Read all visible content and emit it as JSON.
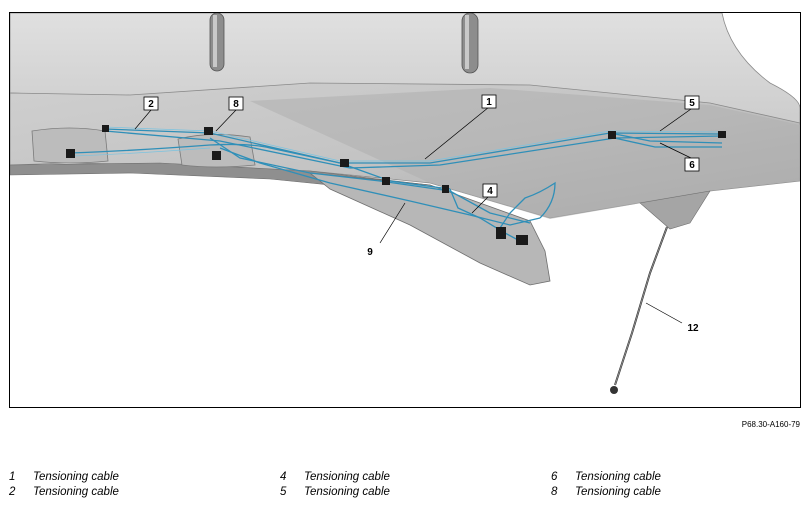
{
  "figure": {
    "code": "P68.30-A160-79",
    "callouts": [
      {
        "id": "c1",
        "number": "1",
        "boxed": true
      },
      {
        "id": "c2",
        "number": "2",
        "boxed": true
      },
      {
        "id": "c4",
        "number": "4",
        "boxed": true
      },
      {
        "id": "c5",
        "number": "5",
        "boxed": true
      },
      {
        "id": "c6",
        "number": "6",
        "boxed": true
      },
      {
        "id": "c8",
        "number": "8",
        "boxed": true
      },
      {
        "id": "c9",
        "number": "9",
        "boxed": false
      },
      {
        "id": "c12",
        "number": "12",
        "boxed": false
      }
    ]
  },
  "legend": {
    "col1": [
      {
        "number": "1",
        "label": "Tensioning cable"
      },
      {
        "number": "2",
        "label": "Tensioning cable"
      }
    ],
    "col2": [
      {
        "number": "4",
        "label": "Tensioning cable"
      },
      {
        "number": "5",
        "label": "Tensioning cable"
      }
    ],
    "col3": [
      {
        "number": "6",
        "label": "Tensioning cable"
      },
      {
        "number": "8",
        "label": "Tensioning cable"
      }
    ]
  },
  "colors": {
    "panel_light": "#d6d6d6",
    "panel_mid": "#bdbdbd",
    "panel_dark": "#9e9e9e",
    "cable": "#2f8fb8",
    "cable_light": "#7cc3df"
  }
}
